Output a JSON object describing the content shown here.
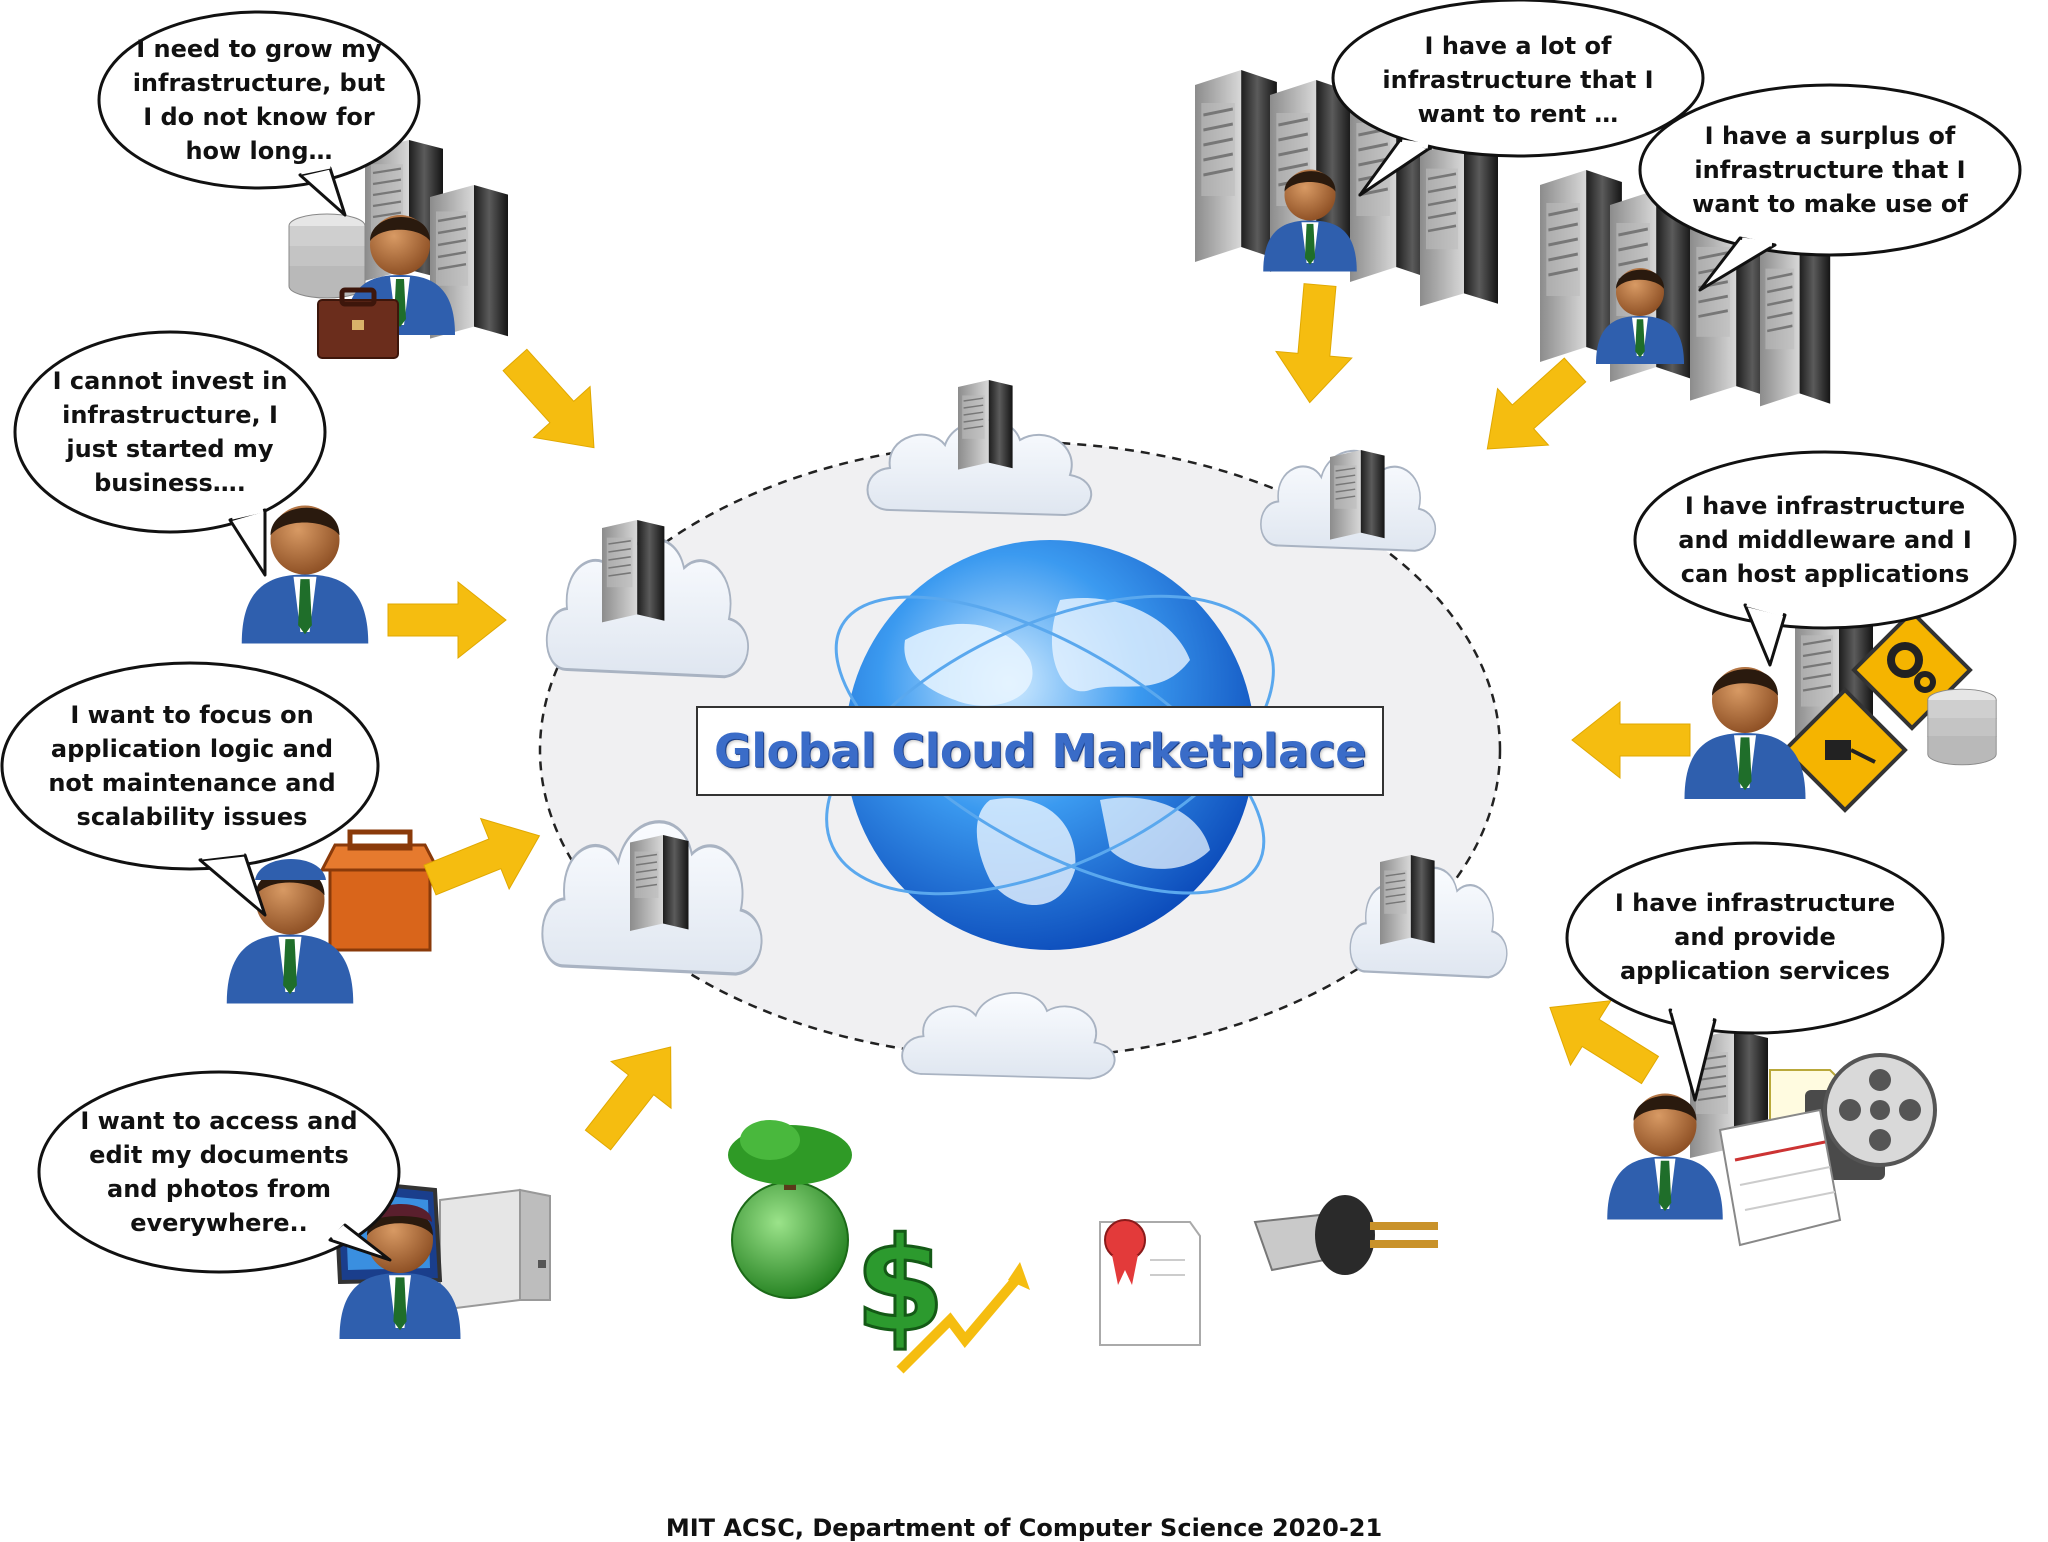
{
  "title": "Global Cloud Marketplace",
  "footer": "MIT ACSC, Department of Computer Science 2020-21",
  "bubbles": [
    {
      "text": "I need to grow my\ninfrastructure, but\nI do not know for\nhow long…"
    },
    {
      "text": "I cannot  invest in\ninfrastructure, I\njust started my\nbusiness…."
    },
    {
      "text": "I want to focus on\napplication logic and\nnot maintenance and\nscalability  issues"
    },
    {
      "text": "I want to access and\nedit my documents\nand photos from\neverywhere.."
    },
    {
      "text": "I have  a lot of\ninfrastructure that I\nwant to rent …"
    },
    {
      "text": "I have  a surplus of\ninfrastructure that I\nwant to make use of"
    },
    {
      "text": "I have infrastructure\nand middleware and I\ncan host applications"
    },
    {
      "text": "I have infrastructure\nand provide\napplication  services"
    }
  ],
  "colors": {
    "arrow": "#f5bd10",
    "title": "#3a6cc8",
    "cloud": "#eef2f8",
    "marketplace_area": "#f0f0f2",
    "globe": "#1a7fe0"
  },
  "icons": [
    "server-icon",
    "database-icon",
    "briefcase-icon",
    "user-icon",
    "toolbox-icon",
    "desktop-computer-icon",
    "gear-warning-icon",
    "plug-warning-icon",
    "film-reel-icon",
    "calendar-icon",
    "document-icon",
    "tree-globe-icon",
    "dollar-growth-icon",
    "certificate-icon",
    "power-plug-icon",
    "globe-icon",
    "cloud-icon"
  ]
}
